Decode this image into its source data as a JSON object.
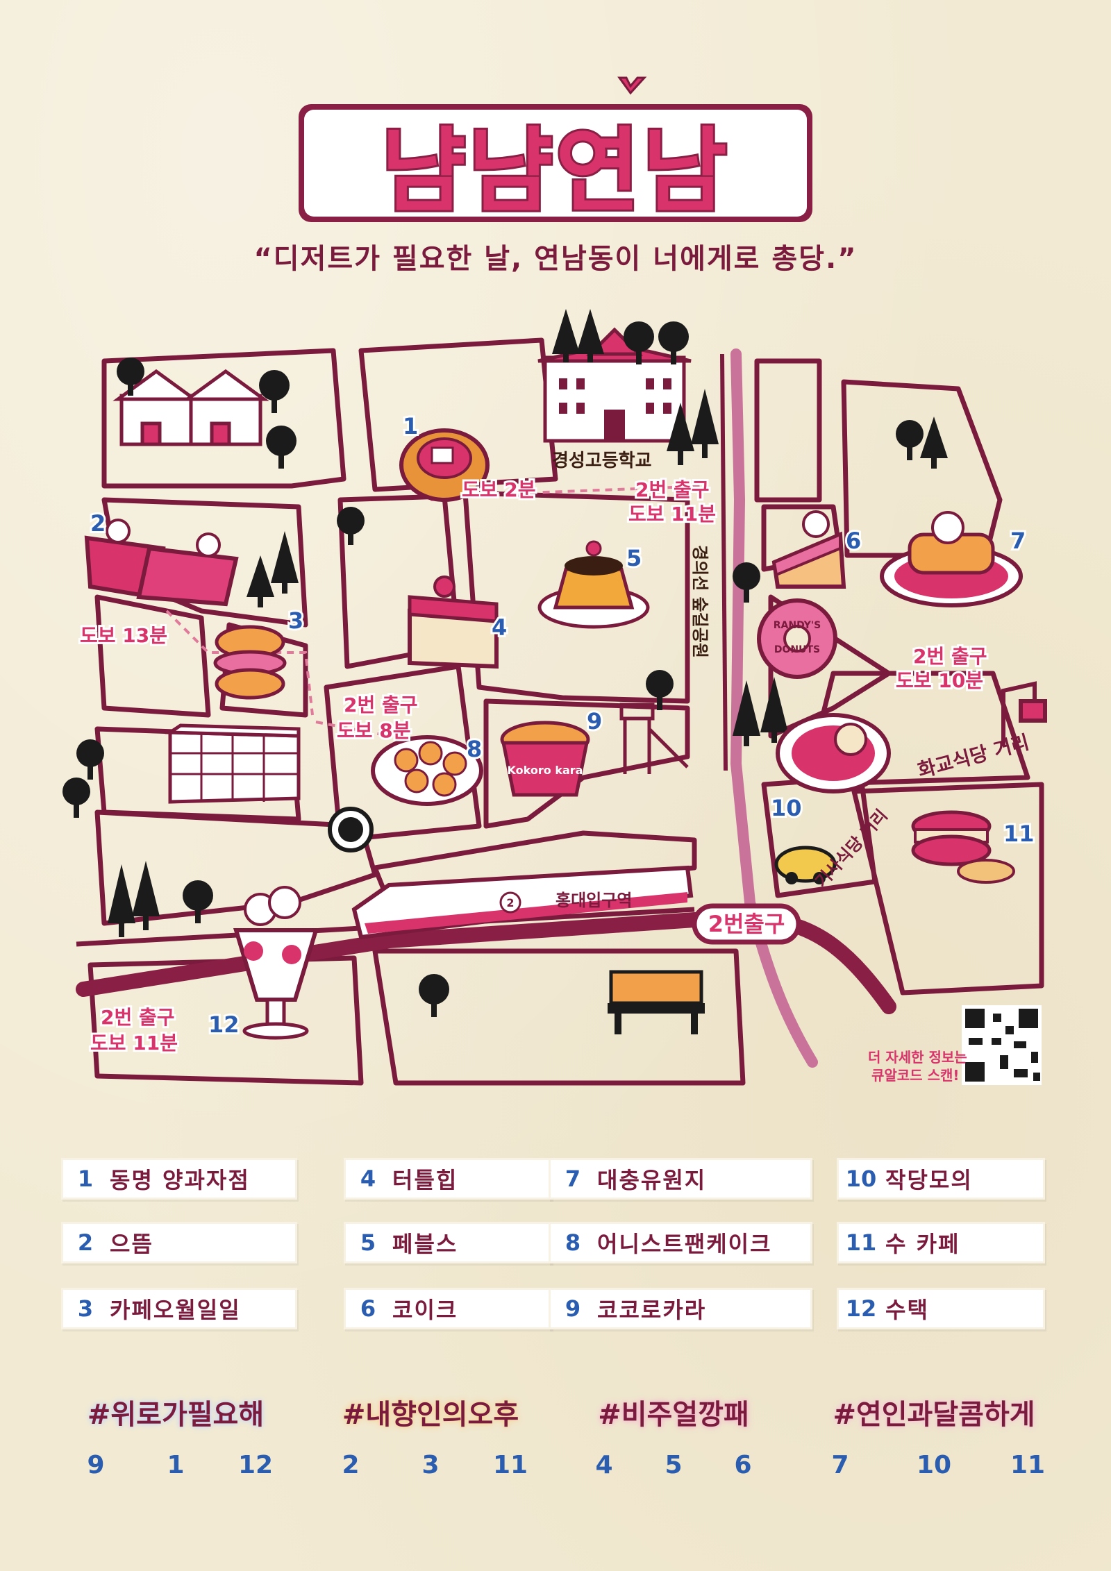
{
  "title": "냠냠연남",
  "subtitle": "“디저트가 필요한 날, 연남동이 너에게로 총당.”",
  "map": {
    "school_label": "경성고등학교",
    "park_label": "경의선 숲길공원",
    "station_label": "홍대입구역",
    "station_line": "2",
    "exit_label": "2번출구",
    "street1_label": "화교식당 거리",
    "street2_label": "기사식당 거리",
    "qr_text_line1": "더 자세한 정보는",
    "qr_text_line2": "큐알코드 스캔!",
    "donut_brand_line1": "RANDY'S",
    "donut_brand_line2": "DONUTS",
    "cup_brand": "Kokoro kara",
    "walk_labels": [
      {
        "line1": "도보 2분",
        "line2": ""
      },
      {
        "line1": "2번 출구",
        "line2": "도보 11분"
      },
      {
        "line1": "도보 13분",
        "line2": ""
      },
      {
        "line1": "2번 출구",
        "line2": "도보 8분"
      },
      {
        "line1": "2번 출구",
        "line2": "도보 10분"
      },
      {
        "line1": "2번 출구",
        "line2": "도보 11분"
      }
    ],
    "markers": [
      "1",
      "2",
      "3",
      "4",
      "5",
      "6",
      "7",
      "8",
      "9",
      "10",
      "11",
      "12"
    ]
  },
  "legend": [
    {
      "num": "1",
      "name": "동명 양과자점"
    },
    {
      "num": "2",
      "name": "으뜸"
    },
    {
      "num": "3",
      "name": "카페오월일일"
    },
    {
      "num": "4",
      "name": "터틀힙"
    },
    {
      "num": "5",
      "name": "페블스"
    },
    {
      "num": "6",
      "name": "코이크"
    },
    {
      "num": "7",
      "name": "대충유원지"
    },
    {
      "num": "8",
      "name": "어니스트팬케이크"
    },
    {
      "num": "9",
      "name": "코코로카라"
    },
    {
      "num": "10",
      "name": "작당모의"
    },
    {
      "num": "11",
      "name": "수 카페"
    },
    {
      "num": "12",
      "name": "수택"
    }
  ],
  "hashtags": [
    {
      "tag": "#위로가필요해",
      "nums": [
        "9",
        "1",
        "12"
      ],
      "glow": "#c9d8f5"
    },
    {
      "tag": "#내향인의오후",
      "nums": [
        "2",
        "3",
        "11"
      ],
      "glow": "#f7d59a"
    },
    {
      "tag": "#비주얼깡패",
      "nums": [
        "4",
        "5",
        "6"
      ],
      "glow": "#f5b8cf"
    },
    {
      "tag": "#연인과달콤하게",
      "nums": [
        "7",
        "10",
        "11"
      ],
      "glow": "#f5c6d6"
    }
  ],
  "colors": {
    "outline": "#7a1a3c",
    "pink": "#d9336b",
    "blue": "#2a5db0",
    "paper": "#f2ead3"
  }
}
